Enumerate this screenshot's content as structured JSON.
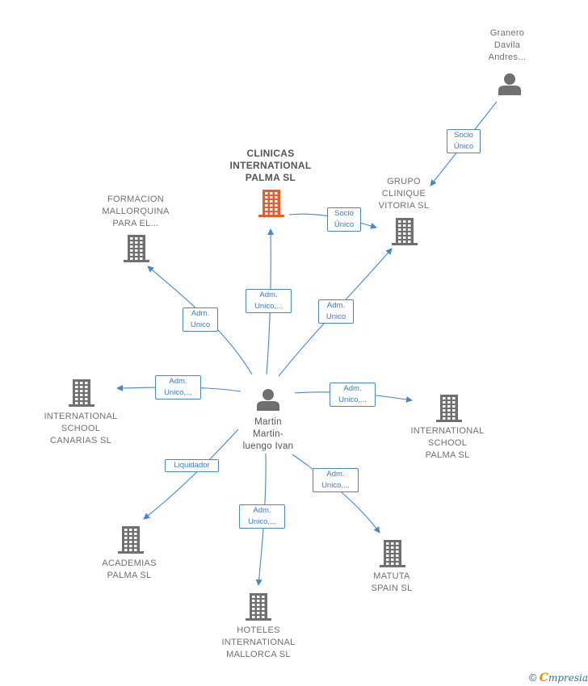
{
  "nodes": {
    "clinicas": {
      "label": "CLINICAS\nINTERNATIONAL\nPALMA  SL",
      "kind": "company",
      "color": "#f05a28",
      "main": true
    },
    "granero": {
      "label": "Granero\nDavila\nAndres...",
      "kind": "person",
      "color": "#707070"
    },
    "grupo": {
      "label": "GRUPO\nCLINIQUE\nVITORIA  SL",
      "kind": "company",
      "color": "#707070"
    },
    "formacion": {
      "label": "FORMACION\nMALLORQUINA\nPARA EL...",
      "kind": "company",
      "color": "#707070"
    },
    "is_canarias": {
      "label": "INTERNATIONAL\nSCHOOL\nCANARIAS  SL",
      "kind": "company",
      "color": "#707070"
    },
    "martin": {
      "label": "Martin\nMartin-\nluengo Ivan",
      "kind": "person",
      "color": "#707070"
    },
    "is_palma": {
      "label": "INTERNATIONAL\nSCHOOL\nPALMA  SL",
      "kind": "company",
      "color": "#707070"
    },
    "academias": {
      "label": "ACADEMIAS\nPALMA SL",
      "kind": "company",
      "color": "#707070"
    },
    "matuta": {
      "label": "MATUTA\nSPAIN  SL",
      "kind": "company",
      "color": "#707070"
    },
    "hoteles": {
      "label": "HOTELES\nINTERNATIONAL\nMALLORCA  SL",
      "kind": "company",
      "color": "#707070"
    }
  },
  "edges": [
    {
      "id": "e1",
      "label": "Socio\nÚnico"
    },
    {
      "id": "e2",
      "label": "Socio\nÚnico"
    },
    {
      "id": "e3",
      "label": "Adm.\nUnico,..."
    },
    {
      "id": "e4",
      "label": "Adm.\nUnico"
    },
    {
      "id": "e5",
      "label": "Adm.\nUnico"
    },
    {
      "id": "e6",
      "label": "Adm.\nUnico,..."
    },
    {
      "id": "e7",
      "label": "Adm.\nUnico,..."
    },
    {
      "id": "e8",
      "label": "Liquidador"
    },
    {
      "id": "e9",
      "label": "Adm.\nUnico,..."
    },
    {
      "id": "e10",
      "label": "Adm.\nUnico,..."
    }
  ],
  "colors": {
    "edge": "#4a86c8",
    "node_gray": "#707070",
    "node_main": "#f05a28"
  },
  "footer": {
    "copyright": "©",
    "brand_initial": "C",
    "brand_rest": "mpresia"
  }
}
